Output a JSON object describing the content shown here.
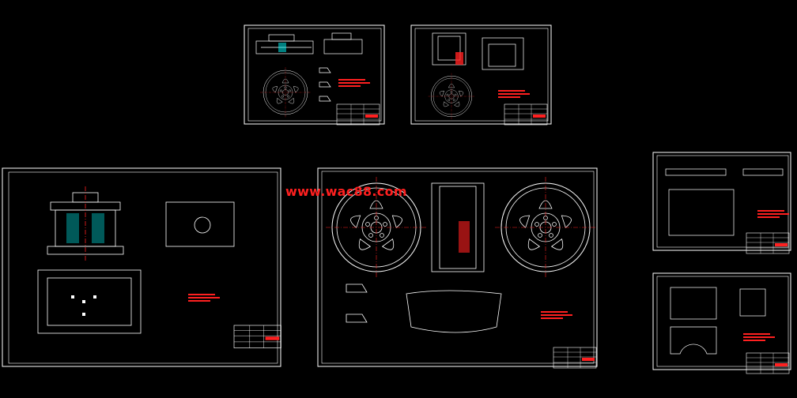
{
  "watermark": "www.wac88.com",
  "colors": {
    "background": "#000000",
    "line": "#ffffff",
    "accent_red": "#ff2020",
    "accent_yellow": "#ffff00",
    "accent_cyan": "#00ffff"
  },
  "sheets": [
    {
      "id": "sheet-top-left",
      "content": "wheel-front-and-section-views"
    },
    {
      "id": "sheet-top-middle",
      "content": "fixture-and-wheel-views"
    },
    {
      "id": "sheet-bottom-left",
      "content": "fixture-assembly-drawing"
    },
    {
      "id": "sheet-bottom-center",
      "content": "wheel-main-drawing"
    },
    {
      "id": "sheet-right-upper",
      "content": "shaft-part-drawing"
    },
    {
      "id": "sheet-right-lower",
      "content": "block-part-drawing"
    }
  ]
}
